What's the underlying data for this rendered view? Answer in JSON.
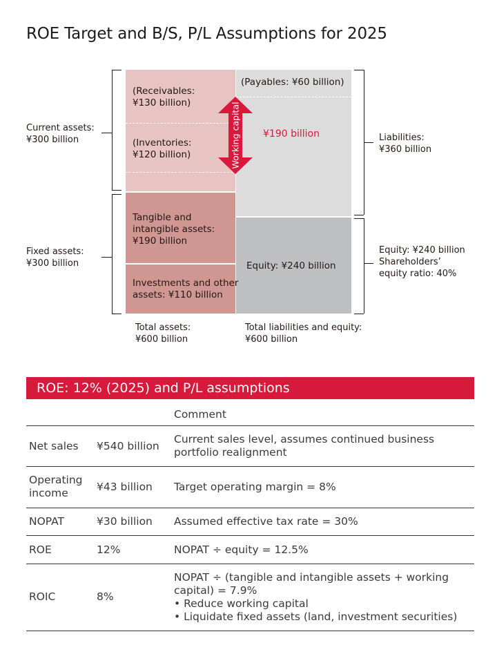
{
  "title": "ROE Target and B/S, P/L Assumptions for 2025",
  "diagram": {
    "current_assets": [
      "Current assets:",
      "¥300 billion"
    ],
    "fixed_assets": [
      "Fixed assets:",
      "¥300 billion"
    ],
    "receivables": [
      "(Receivables:",
      "¥130 billion)"
    ],
    "inventories": [
      "(Inventories:",
      "¥120 billion)"
    ],
    "tangible": [
      "Tangible and",
      "intangible assets:",
      "¥190 billion"
    ],
    "investments": [
      "Investments and other",
      "assets: ¥110 billion"
    ],
    "payables": "(Payables: ¥60 billion)",
    "working_capital_label": "Working capital",
    "working_capital_value": "¥190 billion",
    "equity_box": "Equity: ¥240 billion",
    "liabilities": [
      "Liabilities:",
      "¥360 billion"
    ],
    "equity_side": [
      "Equity: ¥240 billion",
      "Shareholders’",
      "equity ratio: 40%"
    ],
    "total_assets": [
      "Total assets:",
      "¥600 billion"
    ],
    "total_liabilities_equity": [
      "Total liabilities and equity:",
      "¥600 billion"
    ],
    "colors": {
      "current_assets_fill": "#e7c3c1",
      "fixed_assets_fill": "#cf9692",
      "liabilities_fill": "#dcdcdd",
      "equity_fill": "#bebfc1",
      "accent": "#d7193b"
    }
  },
  "table": {
    "heading": "ROE: 12% (2025) and P/L assumptions",
    "comment_header": "Comment",
    "rows": [
      {
        "label": [
          "Net sales"
        ],
        "value": "¥540 billion",
        "comment": [
          "Current sales level, assumes continued business",
          "portfolio realignment"
        ]
      },
      {
        "label": [
          "Operating",
          "income"
        ],
        "value": "¥43 billion",
        "comment": [
          "Target operating margin = 8%"
        ]
      },
      {
        "label": [
          "NOPAT"
        ],
        "value": "¥30 billion",
        "comment": [
          "Assumed effective tax rate = 30%"
        ]
      },
      {
        "label": [
          "ROE"
        ],
        "value": "12%",
        "comment": [
          "NOPAT ÷ equity = 12.5%"
        ]
      },
      {
        "label": [
          "ROIC"
        ],
        "value": "8%",
        "comment": [
          "NOPAT ÷ (tangible and intangible assets + working",
          "capital) = 7.9%",
          "• Reduce working capital",
          "• Liquidate fixed assets (land, investment securities)"
        ]
      }
    ]
  }
}
